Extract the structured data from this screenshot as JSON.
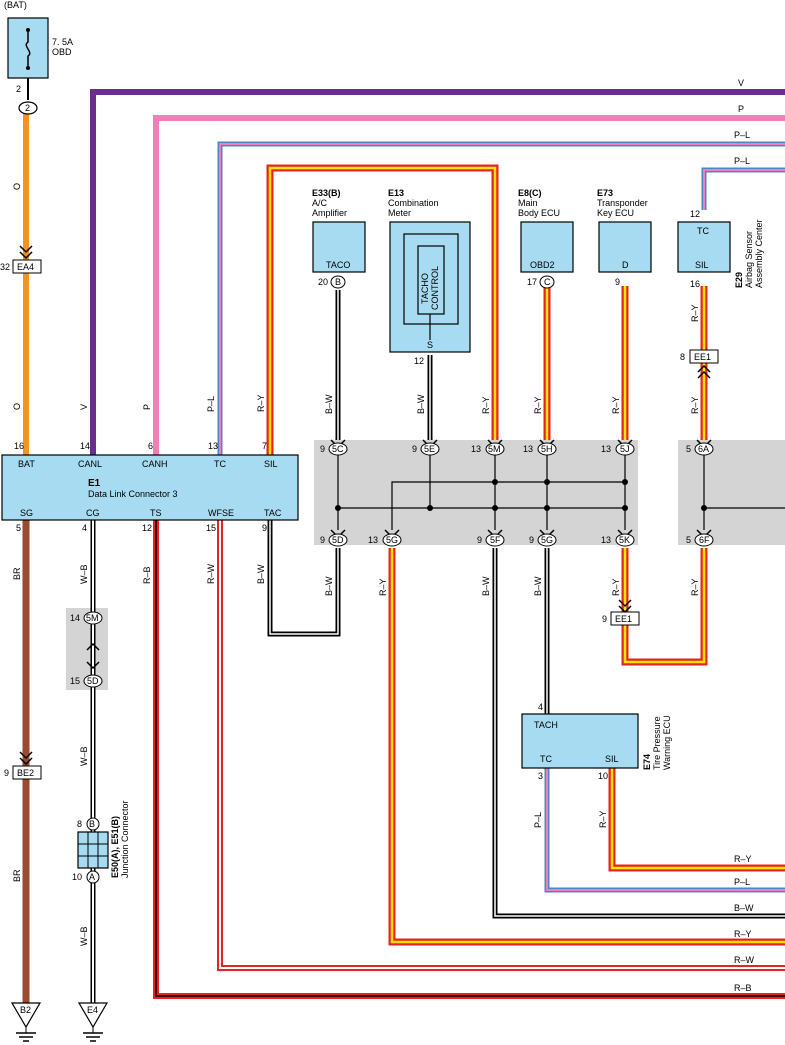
{
  "power": {
    "bat_label": "(BAT)",
    "fuse_amp": "7. 5A",
    "fuse_name": "OBD",
    "pin_top": "2",
    "pin_top_circle": "2"
  },
  "connectors": {
    "ea4": "EA4",
    "ea4_pin": "32",
    "be2": "BE2",
    "be2_pin": "9",
    "ee1_upper": "EE1",
    "ee1_upper_pin": "8",
    "ee1_lower": "EE1",
    "ee1_lower_pin": "9"
  },
  "dlc": {
    "code": "E1",
    "name": "Data Link Connector 3",
    "top_pins": [
      {
        "num": "16",
        "label": "BAT"
      },
      {
        "num": "14",
        "label": "CANL"
      },
      {
        "num": "6",
        "label": "CANH"
      },
      {
        "num": "13",
        "label": "TC"
      },
      {
        "num": "7",
        "label": "SIL"
      }
    ],
    "bottom_pins": [
      {
        "num": "5",
        "label": "SG"
      },
      {
        "num": "4",
        "label": "CG"
      },
      {
        "num": "12",
        "label": "TS"
      },
      {
        "num": "15",
        "label": "WFSE"
      },
      {
        "num": "9",
        "label": "TAC"
      }
    ]
  },
  "ecus": {
    "e33": {
      "code": "E33(B)",
      "l1": "A/C",
      "l2": "Amplifier",
      "term": "TACO",
      "pin": "20",
      "letter": "B"
    },
    "e13": {
      "code": "E13",
      "l1": "Combination",
      "l2": "Meter",
      "inner1": "TACHO",
      "inner2": "CONTROL",
      "term": "S",
      "pin": "12"
    },
    "e8": {
      "code": "E8(C)",
      "l1": "Main",
      "l2": "Body ECU",
      "term": "OBD2",
      "pin": "17",
      "letter": "C"
    },
    "e73": {
      "code": "E73",
      "l1": "Transponder",
      "l2": "Key ECU",
      "term": "D",
      "pin": "9"
    },
    "e29": {
      "code": "E29",
      "l1": "Airbag Sensor",
      "l2": "Assembly Center",
      "tc": "TC",
      "sil": "SIL",
      "pin_tc": "12",
      "pin_sil": "16"
    },
    "e74": {
      "code": "E74",
      "l1": "Tire Pressure",
      "l2": "Warning ECU",
      "tach": "TACH",
      "tc": "TC",
      "sil": "SIL",
      "pin_tach": "4",
      "pin_tc": "3",
      "pin_sil": "10"
    }
  },
  "junction": {
    "top": [
      {
        "num": "9",
        "id": "5C"
      },
      {
        "num": "9",
        "id": "5E"
      },
      {
        "num": "13",
        "id": "5M"
      },
      {
        "num": "13",
        "id": "5H"
      },
      {
        "num": "13",
        "id": "5J"
      },
      {
        "num": "5",
        "id": "6A"
      }
    ],
    "bottom": [
      {
        "num": "9",
        "id": "5D"
      },
      {
        "num": "13",
        "id": "5G"
      },
      {
        "num": "9",
        "id": "5F"
      },
      {
        "num": "9",
        "id": "5G"
      },
      {
        "num": "13",
        "id": "5K"
      },
      {
        "num": "5",
        "id": "6F"
      }
    ],
    "left_top": {
      "num": "14",
      "id": "5M"
    },
    "left_bottom": {
      "num": "15",
      "id": "5D"
    }
  },
  "junction_connector": {
    "code": "E50(A), E51(B)",
    "name": "Junction Connector",
    "pin_b": "8",
    "letter_b": "B",
    "pin_a": "10",
    "letter_a": "A"
  },
  "grounds": {
    "g1": "B2",
    "g2": "E4"
  },
  "wire_labels": {
    "o1": "O",
    "o2": "O",
    "v_mid": "V",
    "p_mid": "P",
    "pl_mid": "P–L",
    "ry_mid": "R–Y",
    "bw1": "B–W",
    "bw2": "B–W",
    "ry2": "R–Y",
    "ry3": "R–Y",
    "ry4": "R–Y",
    "ry_e29": "R–Y",
    "br1": "BR",
    "br2": "BR",
    "wb1": "W–B",
    "wb2": "W–B",
    "wb3": "W–B",
    "rb": "R–B",
    "rw": "R–W",
    "bw_tac": "B–W",
    "bw_5d": "B–W",
    "ry_5g": "R–Y",
    "bw_5f": "B–W",
    "bw_5g": "B–W",
    "ry_5k": "R–Y",
    "ry_6f": "R–Y",
    "pl_e74": "P–L",
    "ry_e74": "R–Y"
  },
  "right_edge_labels": {
    "v": "V",
    "p": "P",
    "pl1": "P–L",
    "pl2": "P–L",
    "ry1": "R–Y",
    "pl3": "P–L",
    "bw": "B–W",
    "ry2": "R–Y",
    "rw": "R–W",
    "rb": "R–B"
  },
  "colors": {
    "orange": "#f39321",
    "violet": "#6a2d90",
    "pink": "#f07fb7",
    "brown": "#9a4a2d",
    "red": "#e52421",
    "yellow": "#ffe600",
    "light_blue": "#a6dbf1",
    "gray_box": "#d4d4d4",
    "blue_line": "#4a86c8"
  }
}
